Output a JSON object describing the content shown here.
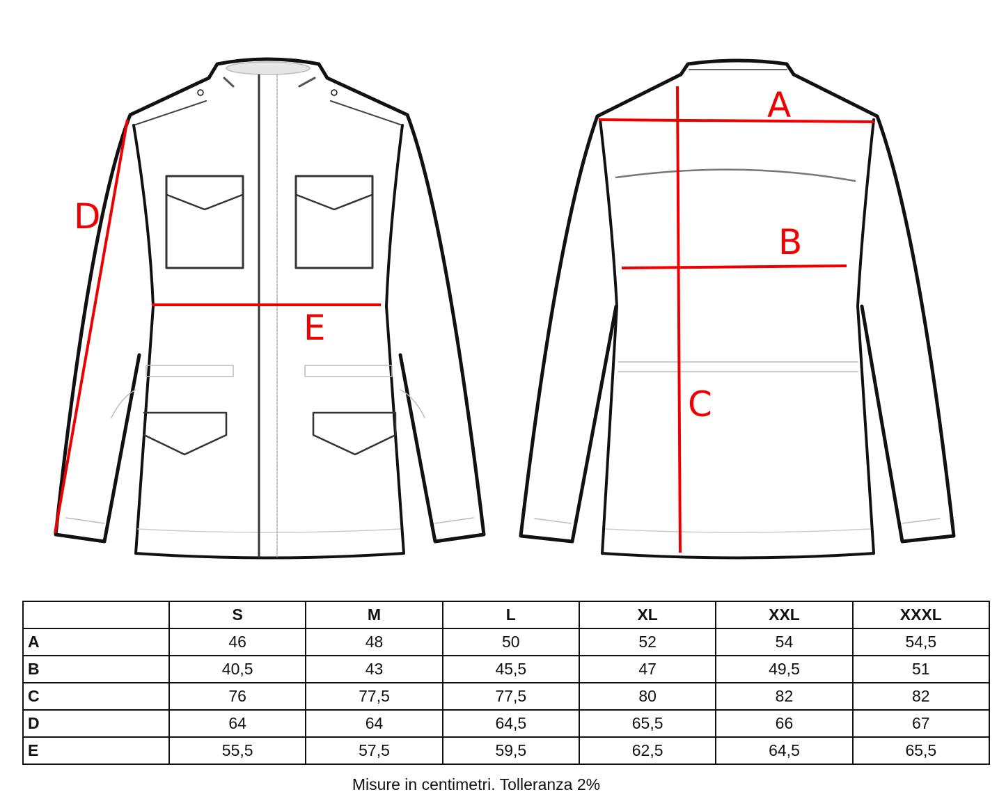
{
  "diagram": {
    "front_view": {
      "labels": {
        "D": "D",
        "E": "E"
      }
    },
    "back_view": {
      "labels": {
        "A": "A",
        "B": "B",
        "C": "C"
      }
    },
    "measure_color": "#ee0000",
    "outline_color": "#111111"
  },
  "size_table": {
    "corner": "",
    "columns": [
      "S",
      "M",
      "L",
      "XL",
      "XXL",
      "XXXL"
    ],
    "rows": [
      {
        "label": "A",
        "values": [
          "46",
          "48",
          "50",
          "52",
          "54",
          "54,5"
        ]
      },
      {
        "label": "B",
        "values": [
          "40,5",
          "43",
          "45,5",
          "47",
          "49,5",
          "51"
        ]
      },
      {
        "label": "C",
        "values": [
          "76",
          "77,5",
          "77,5",
          "80",
          "82",
          "82"
        ]
      },
      {
        "label": "D",
        "values": [
          "64",
          "64",
          "64,5",
          "65,5",
          "66",
          "67"
        ]
      },
      {
        "label": "E",
        "values": [
          "55,5",
          "57,5",
          "59,5",
          "62,5",
          "64,5",
          "65,5"
        ]
      }
    ]
  },
  "footnote": "Misure in centimetri. Tolleranza 2%"
}
